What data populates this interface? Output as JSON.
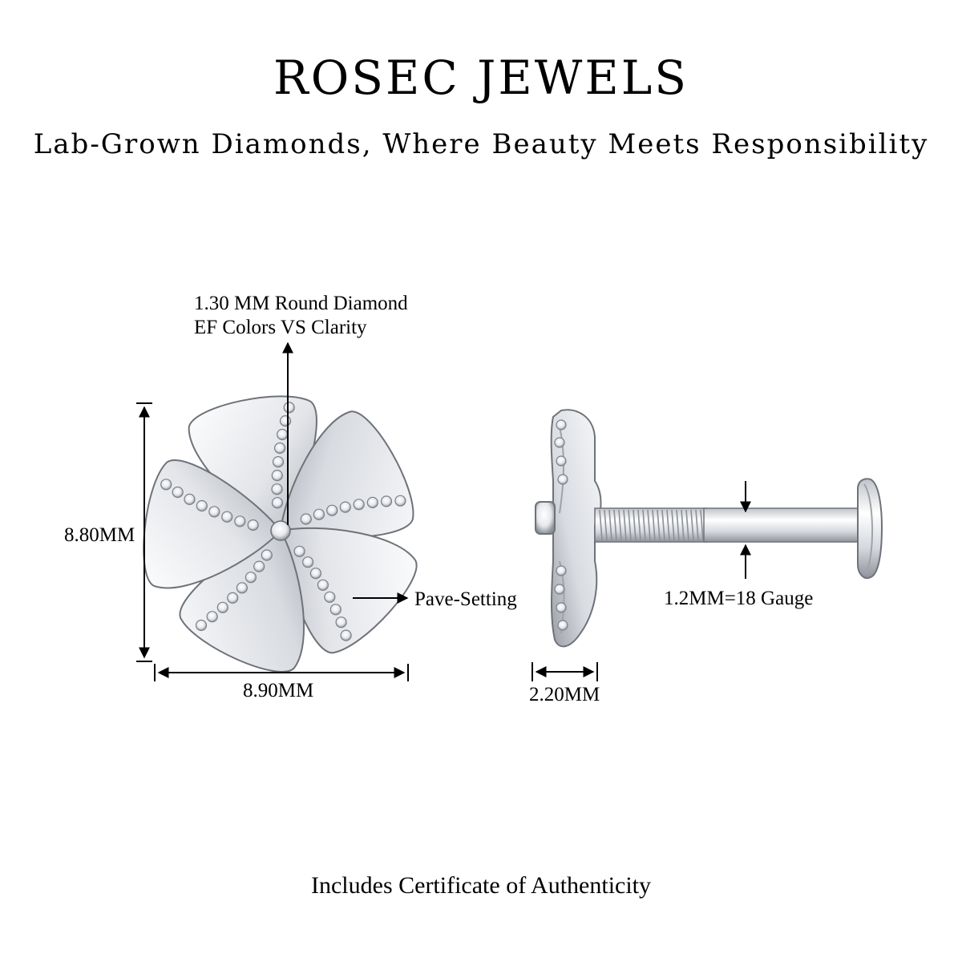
{
  "header": {
    "brand": "ROSEC JEWELS",
    "tagline": "Lab-Grown Diamonds, Where Beauty Meets Responsibility"
  },
  "annotations": {
    "diamond_line1": "1.30 MM Round  Diamond",
    "diamond_line2": "EF Colors VS Clarity",
    "height": "8.80MM",
    "width": "8.90MM",
    "setting": "Pave-Setting",
    "depth": "2.20MM",
    "gauge": "1.2MM=18 Gauge"
  },
  "footer": {
    "certificate": "Includes Certificate of Authenticity"
  },
  "colors": {
    "metal_light": "#f4f5f7",
    "metal_mid": "#c9ccd1",
    "metal_dark": "#8c9097",
    "outline": "#6e7279",
    "line": "#000000"
  }
}
